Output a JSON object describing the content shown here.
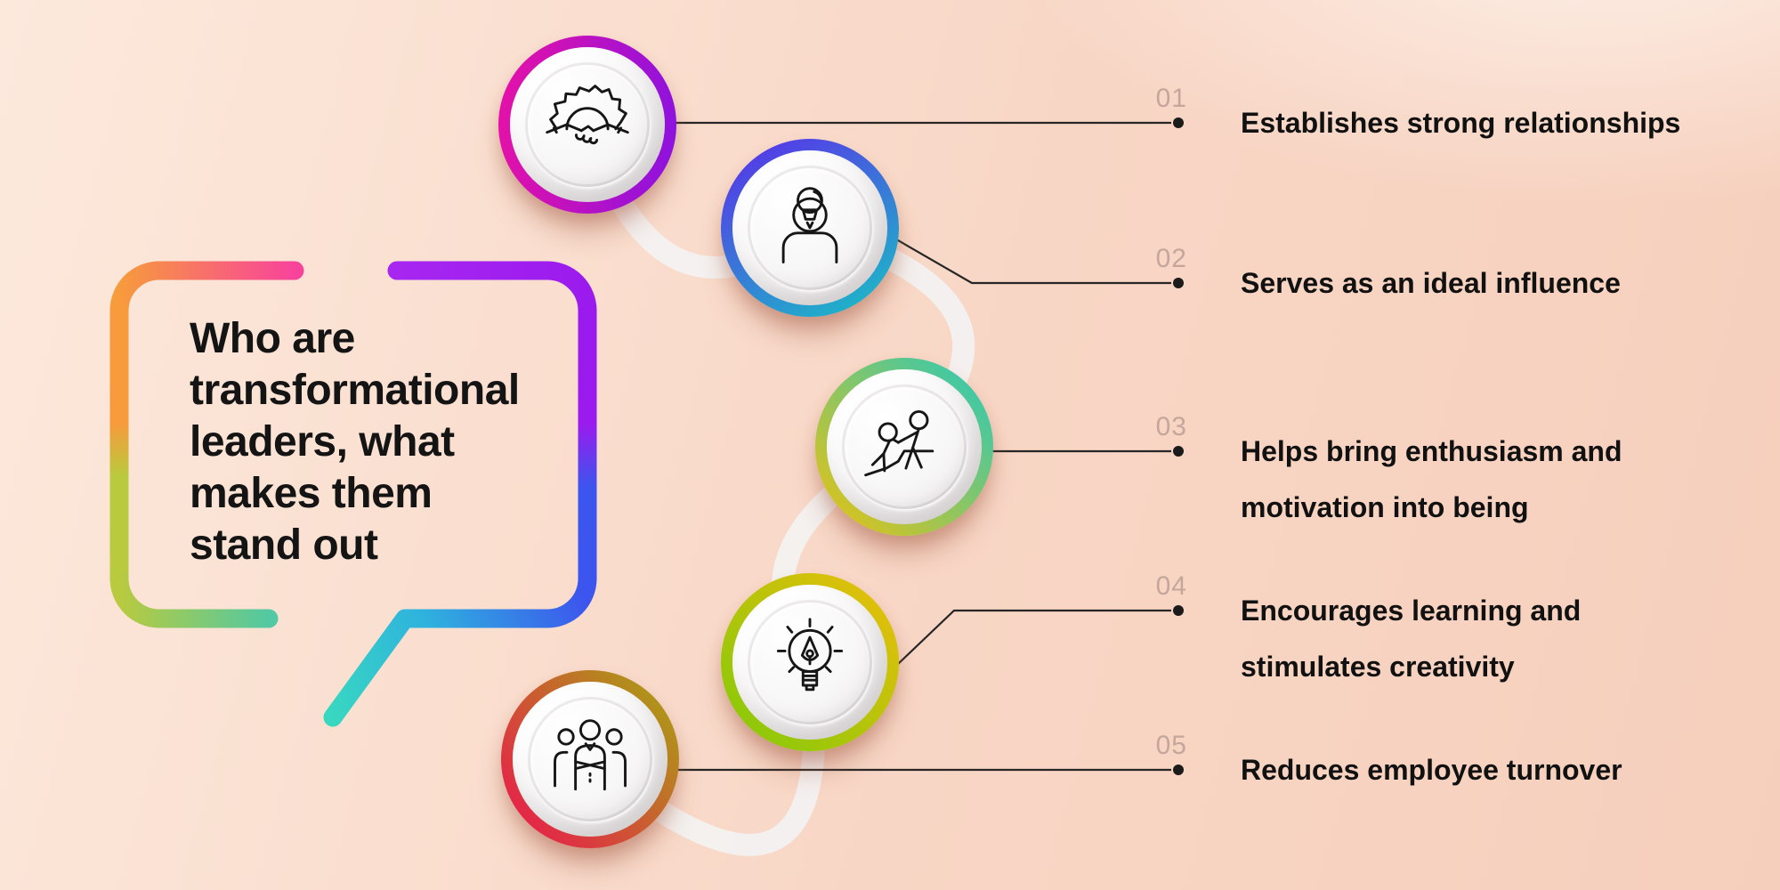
{
  "title": {
    "lines": [
      "Who are",
      "transformational",
      "leaders, what",
      "makes them",
      "stand out"
    ]
  },
  "items": [
    {
      "number": "01",
      "lines": [
        "Establishes strong relationships"
      ],
      "icon": "handshake-gear-icon",
      "ring": {
        "angle": "95deg",
        "from": "#e811a6",
        "to": "#8a12e0"
      }
    },
    {
      "number": "02",
      "lines": [
        "Serves as an ideal influence"
      ],
      "icon": "person-idea-icon",
      "ring": {
        "angle": "150deg",
        "from": "#5b2ceb",
        "to": "#17c3c5"
      }
    },
    {
      "number": "03",
      "lines": [
        "Helps bring enthusiasm and",
        "motivation into being"
      ],
      "icon": "helping-hand-climb-icon",
      "ring": {
        "angle": "225deg",
        "from": "#26c9bd",
        "to": "#edc20d"
      }
    },
    {
      "number": "04",
      "lines": [
        "Encourages learning and",
        "stimulates creativity"
      ],
      "icon": "creativity-bulb-pen-icon",
      "ring": {
        "angle": "225deg",
        "from": "#edbe0b",
        "to": "#80ca09"
      }
    },
    {
      "number": "05",
      "lines": [
        "Reduces employee turnover"
      ],
      "icon": "team-icon",
      "ring": {
        "angle": "230deg",
        "from": "#a5a911",
        "to": "#ee1150"
      }
    }
  ],
  "bubble": {
    "orange": "#f79b3c",
    "pink": "#f8439b",
    "purple_light": "#a726f0",
    "purple": "#9b1bee",
    "blue": "#3c55ee",
    "cyan": "#2fb3de",
    "turquoise": "#38d8c0",
    "yellow_green": "#b9ca3e",
    "green_teal": "#52c9a2"
  },
  "colors": {
    "bg_a": "#fce9dc",
    "bg_b": "#f8d6c5",
    "bg_c": "#f6cfbc",
    "line": "#262626",
    "dot": "#1b1b1b",
    "number": "#c4a69b",
    "text": "#111111",
    "title": "#141414",
    "swoosh": "#f3f4f6",
    "icon_stroke": "#161616",
    "circle_face_a": "#ffffff",
    "circle_face_b": "#e9e7e8"
  }
}
